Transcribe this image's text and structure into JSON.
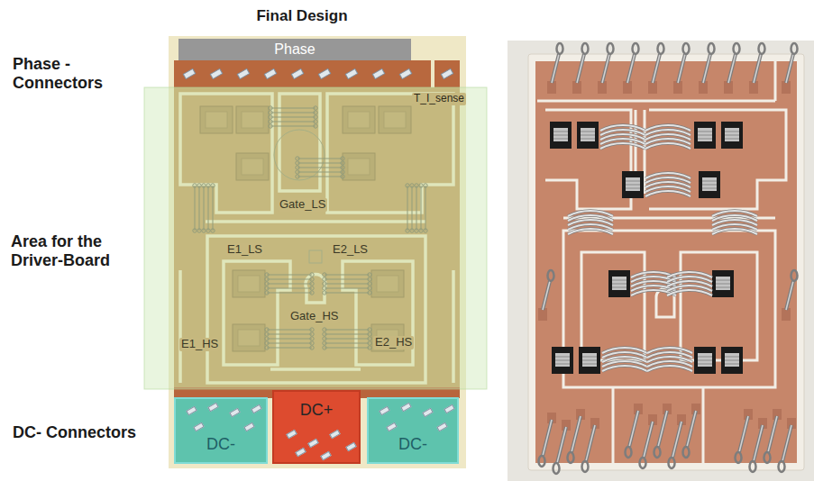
{
  "diagram": {
    "title": "Final Design",
    "nodes": [
      {
        "text": [
          "Phase"
        ]
      },
      {
        "text": [
          "DC-"
        ]
      },
      {
        "text": [
          "DC+"
        ]
      },
      {
        "text": [
          "DC-"
        ]
      }
    ],
    "labels": [
      "Phase - Connectors",
      "T_I_sense",
      "Gate_LS",
      "E1_LS",
      "E2_LS",
      "Area for the Driver-Board",
      "Gate_HS",
      "E1_HS",
      "E2_HS",
      "DC- Connectors"
    ]
  }
}
